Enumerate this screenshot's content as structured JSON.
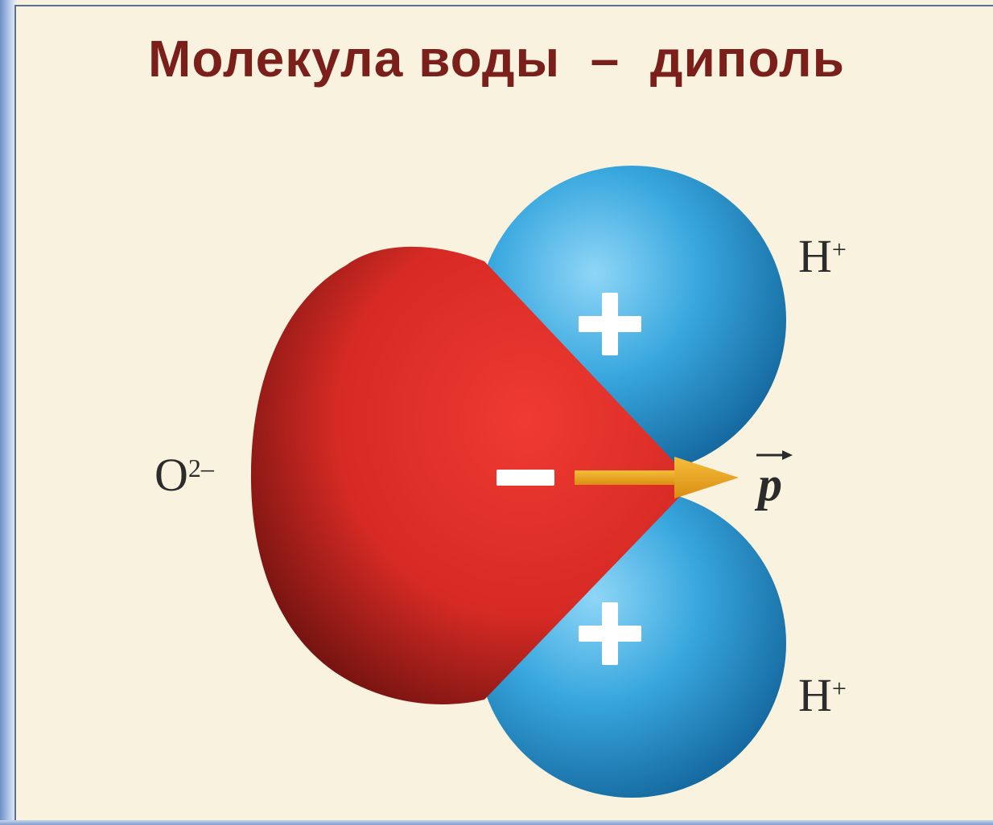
{
  "title": "Молекула воды  –  диполь",
  "atoms": {
    "oxygen": {
      "label": "O",
      "charge": "2–",
      "sign": "–",
      "color": "#e1302a"
    },
    "hydrogen_top": {
      "label": "H",
      "charge": "+",
      "sign": "+",
      "color": "#35a3dc"
    },
    "hydrogen_bottom": {
      "label": "H",
      "charge": "+",
      "sign": "+",
      "color": "#35a3dc"
    }
  },
  "dipole": {
    "vector_symbol": "p",
    "arrow_color": "#e8a020"
  }
}
